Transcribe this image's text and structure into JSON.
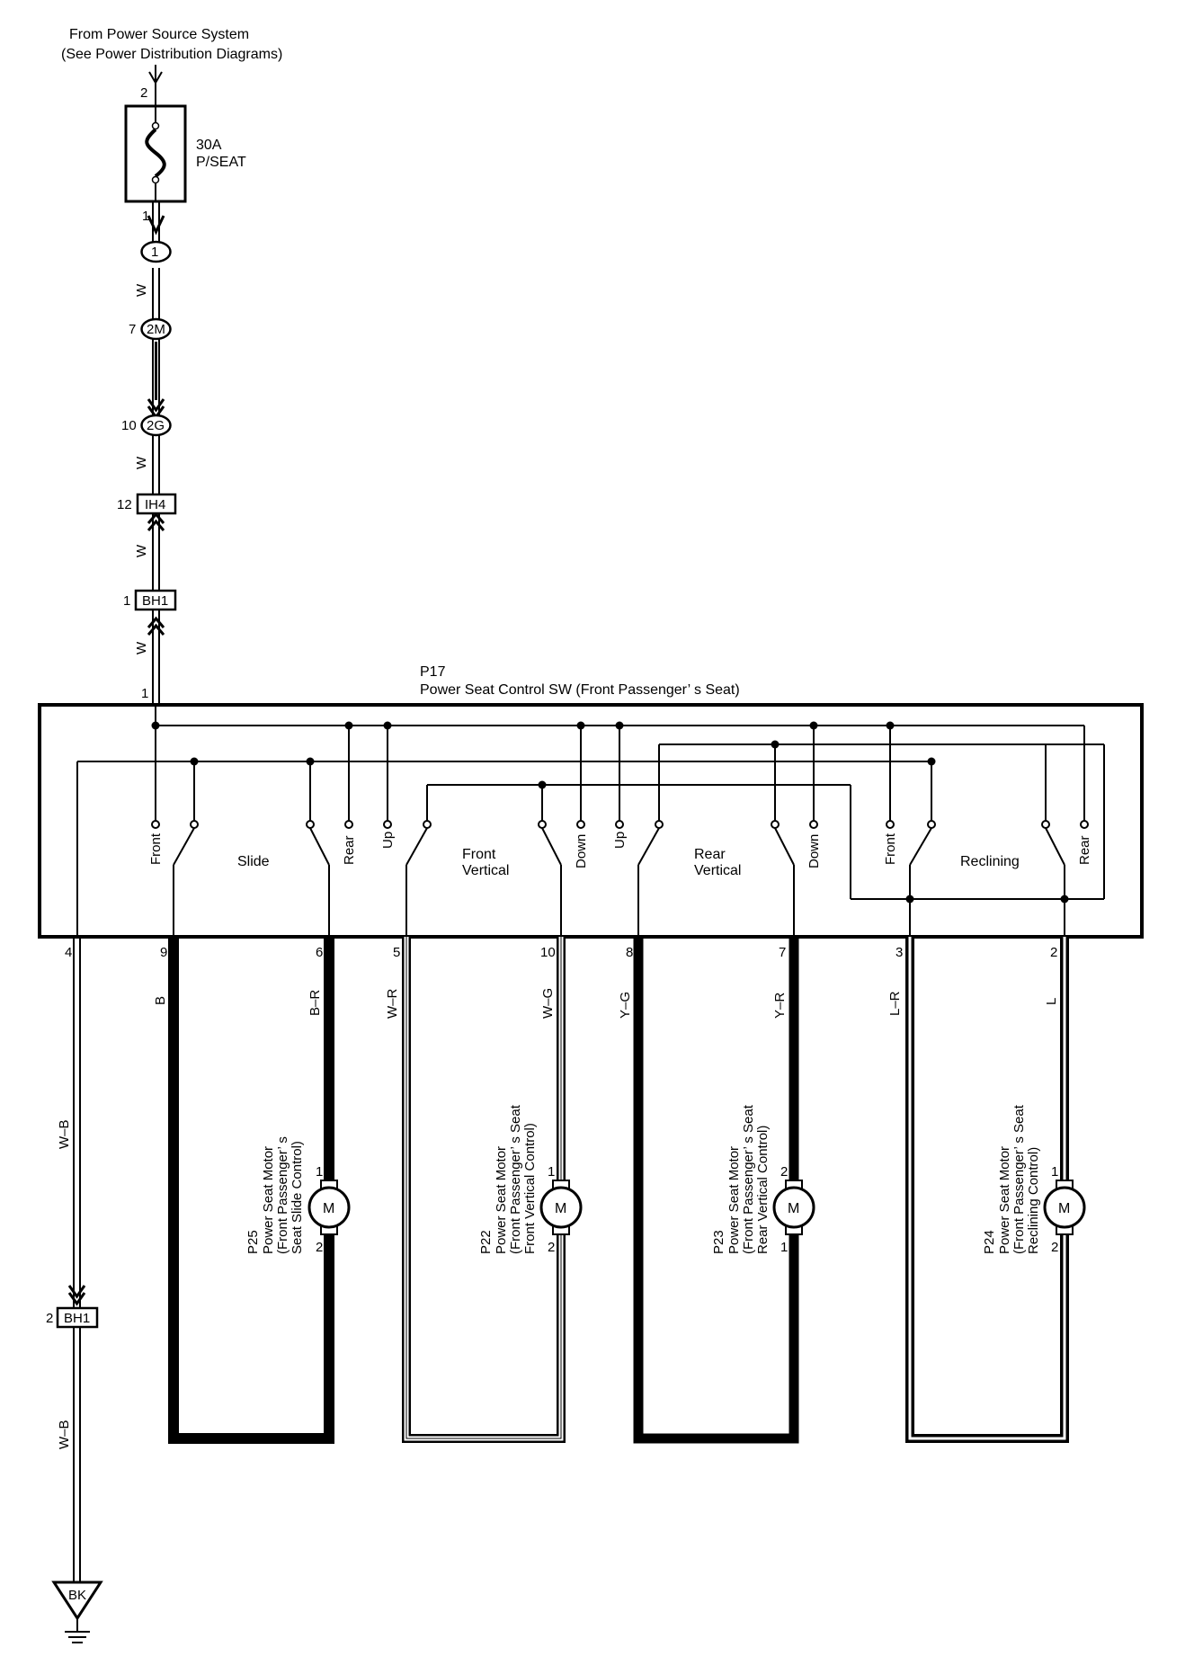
{
  "source": {
    "line1": "From Power Source System",
    "line2": "(See Power Distribution Diagrams)",
    "pin": "2"
  },
  "fuse": {
    "rating": "30A",
    "name": "P/SEAT",
    "pin_out": "1"
  },
  "connectors": {
    "c1": {
      "label": "1"
    },
    "c2m": {
      "label": "2M",
      "pin": "7"
    },
    "c2g": {
      "label": "2G",
      "pin": "10"
    },
    "ih4": {
      "label": "IH4",
      "pin": "12"
    },
    "bh1_top": {
      "label": "BH1",
      "pin": "1"
    },
    "bh1_bottom": {
      "label": "BH1",
      "pin": "2"
    }
  },
  "wire_colors": {
    "w1": "W",
    "w2": "W",
    "w3": "W",
    "w4": "W",
    "ground_a": "W–B",
    "ground_b": "W–B"
  },
  "switch_unit": {
    "id": "P17",
    "name": "Power Seat Control SW (Front Passenger’ s Seat)",
    "power_pin": "1",
    "groups": [
      {
        "name_l1": "Slide",
        "name_l2": "",
        "left": "Front",
        "right": "Rear"
      },
      {
        "name_l1": "Front",
        "name_l2": "Vertical",
        "left": "Up",
        "right": "Down"
      },
      {
        "name_l1": "Rear",
        "name_l2": "Vertical",
        "left": "Up",
        "right": "Down"
      },
      {
        "name_l1": "Reclining",
        "name_l2": "",
        "left": "Front",
        "right": "Rear"
      }
    ],
    "output_pins": [
      "4",
      "9",
      "6",
      "5",
      "10",
      "8",
      "7",
      "3",
      "2"
    ],
    "output_wires": [
      "B",
      "B–R",
      "W–R",
      "W–G",
      "Y–G",
      "Y–R",
      "L–R",
      "L"
    ]
  },
  "motors": [
    {
      "id": "P25",
      "l1": "Power Seat Motor",
      "l2": "(Front Passenger’ s",
      "l3": "Seat Slide Control)",
      "pin_top": "1",
      "pin_bottom": "2",
      "symbol": "M"
    },
    {
      "id": "P22",
      "l1": "Power Seat Motor",
      "l2": "(Front Passenger’ s Seat",
      "l3": "Front Vertical Control)",
      "pin_top": "1",
      "pin_bottom": "2",
      "symbol": "M"
    },
    {
      "id": "P23",
      "l1": "Power Seat Motor",
      "l2": "(Front Passenger’ s Seat",
      "l3": "Rear Vertical Control)",
      "pin_top": "2",
      "pin_bottom": "1",
      "symbol": "M"
    },
    {
      "id": "P24",
      "l1": "Power Seat Motor",
      "l2": "(Front Passenger’ s Seat",
      "l3": "Reclining Control)",
      "pin_top": "1",
      "pin_bottom": "2",
      "symbol": "M"
    }
  ],
  "ground": {
    "label": "BK"
  }
}
